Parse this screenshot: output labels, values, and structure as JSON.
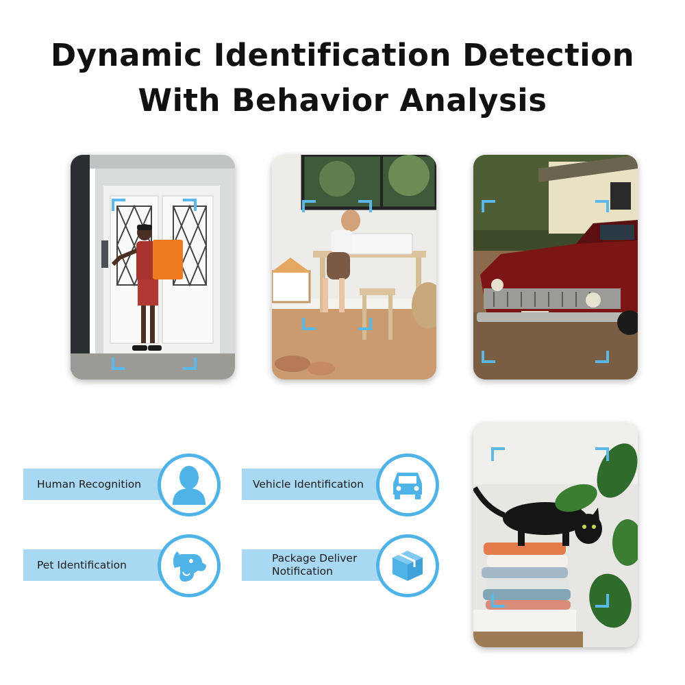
{
  "title": {
    "line1": "Dynamic Identification Detection",
    "line2": "With Behavior Analysis"
  },
  "photos": [
    {
      "subject": "delivery-person-at-door"
    },
    {
      "subject": "child-at-table"
    },
    {
      "subject": "red-vintage-car"
    },
    {
      "subject": "black-cat-on-towels"
    }
  ],
  "features": [
    {
      "label": "Human Recognition",
      "icon": "person-icon"
    },
    {
      "label": "Vehicle Identification",
      "icon": "car-icon"
    },
    {
      "label": "Pet Identification",
      "icon": "dog-icon"
    },
    {
      "label": "Package Deliver\nNotification",
      "icon": "package-icon"
    }
  ],
  "colors": {
    "accent": "#4fb3e8",
    "band": "#a9d8f2",
    "frame_corners": "#5ab8ea"
  }
}
